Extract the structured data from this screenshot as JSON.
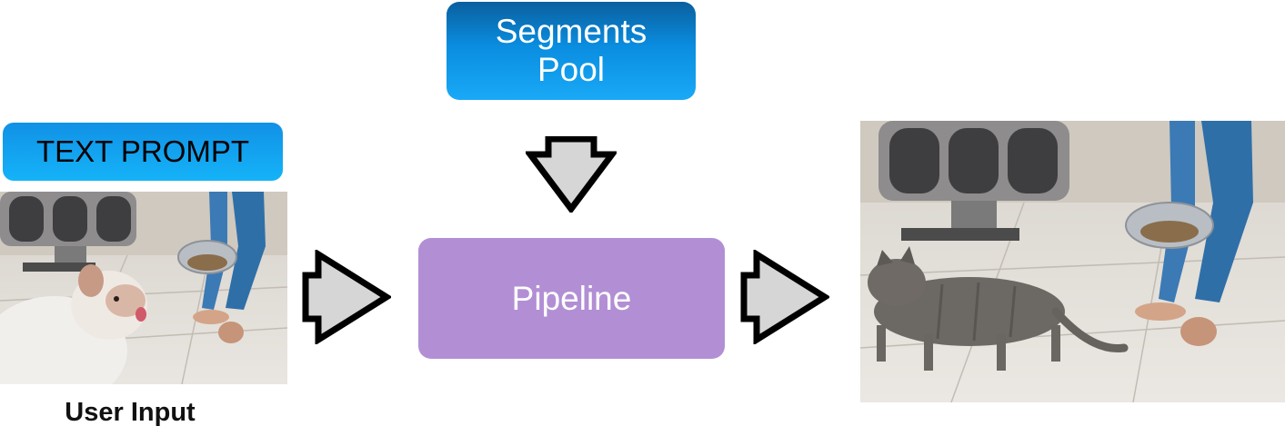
{
  "segments_pool": {
    "line1": "Segments",
    "line2": "Pool",
    "color": "#0a8de0"
  },
  "text_prompt": {
    "label": "TEXT PROMPT",
    "color": "#15b3f8"
  },
  "pipeline": {
    "label": "Pipeline",
    "color": "#b28fd4"
  },
  "input_caption": "User Input",
  "arrow_fill": "#d6d6d6"
}
